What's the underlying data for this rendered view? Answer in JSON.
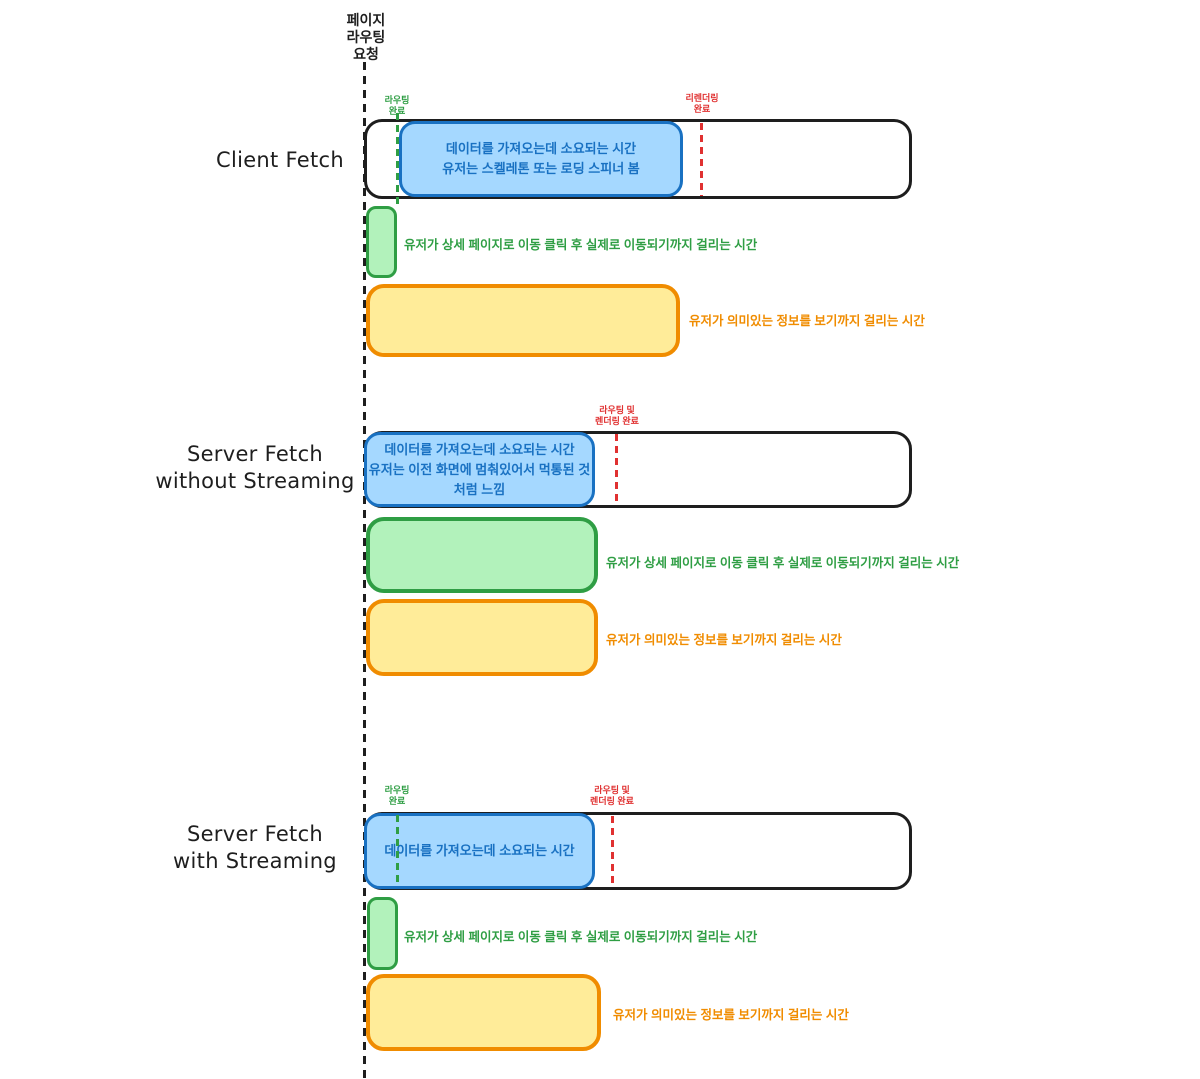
{
  "timeline": {
    "request_label_lines": [
      "페이지",
      "라우팅",
      "요청"
    ]
  },
  "colors": {
    "black_stroke": "#1e1e1e",
    "blue_fill": "#a5d8ff",
    "blue_stroke": "#1971c2",
    "green_fill": "#b2f2bb",
    "green_stroke": "#2f9e44",
    "yellow_fill": "#ffec99",
    "orange_stroke": "#f08c00",
    "red_marker": "#e03131"
  },
  "sections": [
    {
      "title_lines": [
        "Client Fetch"
      ],
      "routing_done_label_lines": [
        "라우팅",
        "완료"
      ],
      "render_done_label_lines": [
        "리렌더링",
        "완료"
      ],
      "fetch_lines": [
        "데이터를 가져오는데 소요되는 시간",
        "유저는 스켈레톤 또는 로딩 스피너 봄"
      ],
      "navigation_label": "유저가 상세 페이지로 이동 클릭 후 실제로 이동되기까지 걸리는 시간",
      "meaningful_label": "유저가 의미있는 정보를 보기까지 걸리는 시간"
    },
    {
      "title_lines": [
        "Server Fetch",
        "without Streaming"
      ],
      "render_done_label_lines": [
        "라우팅 및",
        "렌더링 완료"
      ],
      "fetch_lines": [
        "데이터를 가져오는데 소요되는 시간",
        "유저는 이전 화면에 멈춰있어서 먹통된 것 처럼 느낌"
      ],
      "navigation_label": "유저가 상세 페이지로 이동 클릭 후 실제로 이동되기까지 걸리는 시간",
      "meaningful_label": "유저가 의미있는 정보를 보기까지 걸리는 시간"
    },
    {
      "title_lines": [
        "Server Fetch",
        "with Streaming"
      ],
      "routing_done_label_lines": [
        "라우팅",
        "완료"
      ],
      "render_done_label_lines": [
        "라우팅 및",
        "렌더링 완료"
      ],
      "fetch_lines": [
        "데이터를 가져오는데 소요되는 시간"
      ],
      "navigation_label": "유저가 상세 페이지로 이동 클릭 후 실제로 이동되기까지 걸리는 시간",
      "meaningful_label": "유저가 의미있는 정보를 보기까지 걸리는 시간"
    }
  ]
}
